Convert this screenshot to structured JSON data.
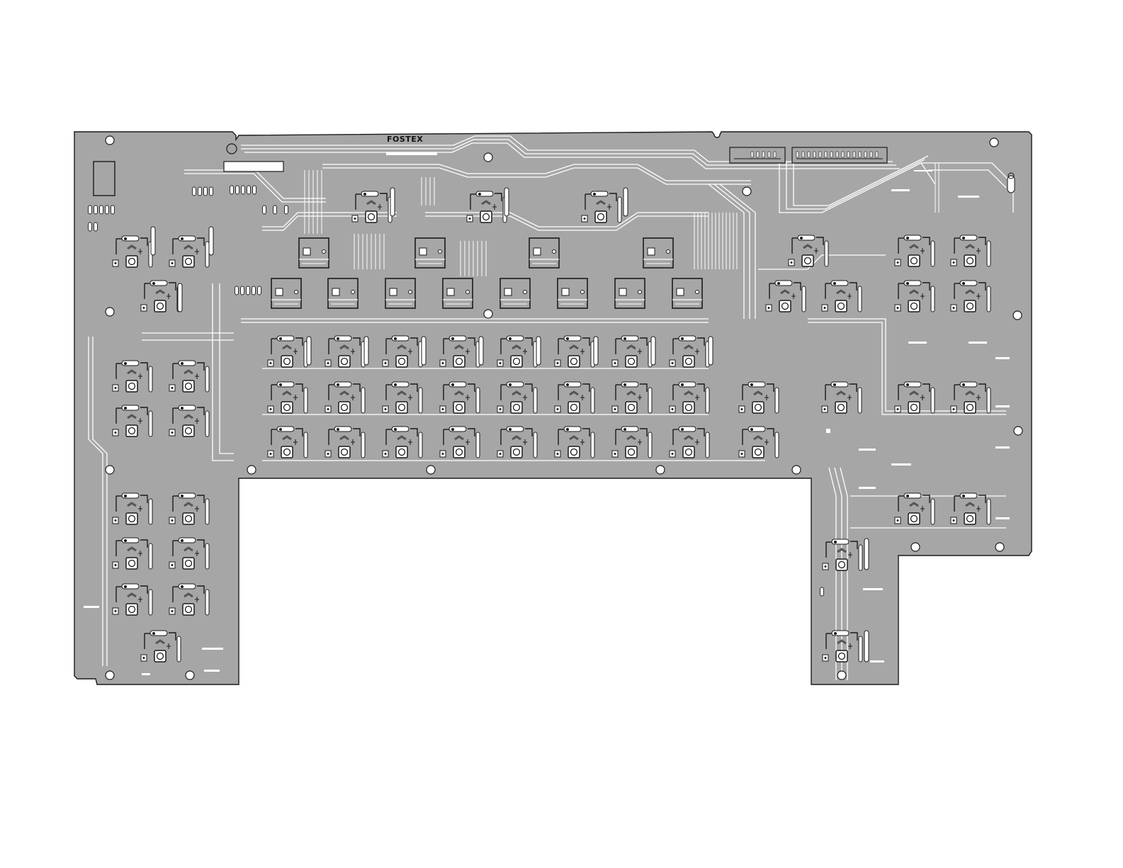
{
  "board": {
    "brand": "FOSTEX",
    "colors": {
      "background": "#ffffff",
      "copper": "#a6a6a6",
      "trace": "#ffffff",
      "outline": "#1a1a1a",
      "pad": "#ffffff",
      "ink": "#111111"
    },
    "layout": {
      "top_switch_modules": 4,
      "relay_blocks_upper": 4,
      "relay_blocks_lower": 8,
      "channel_strip_columns": 8,
      "channel_strip_rows": 3,
      "left_column_modules": 8,
      "right_panel_modules": 9
    }
  }
}
